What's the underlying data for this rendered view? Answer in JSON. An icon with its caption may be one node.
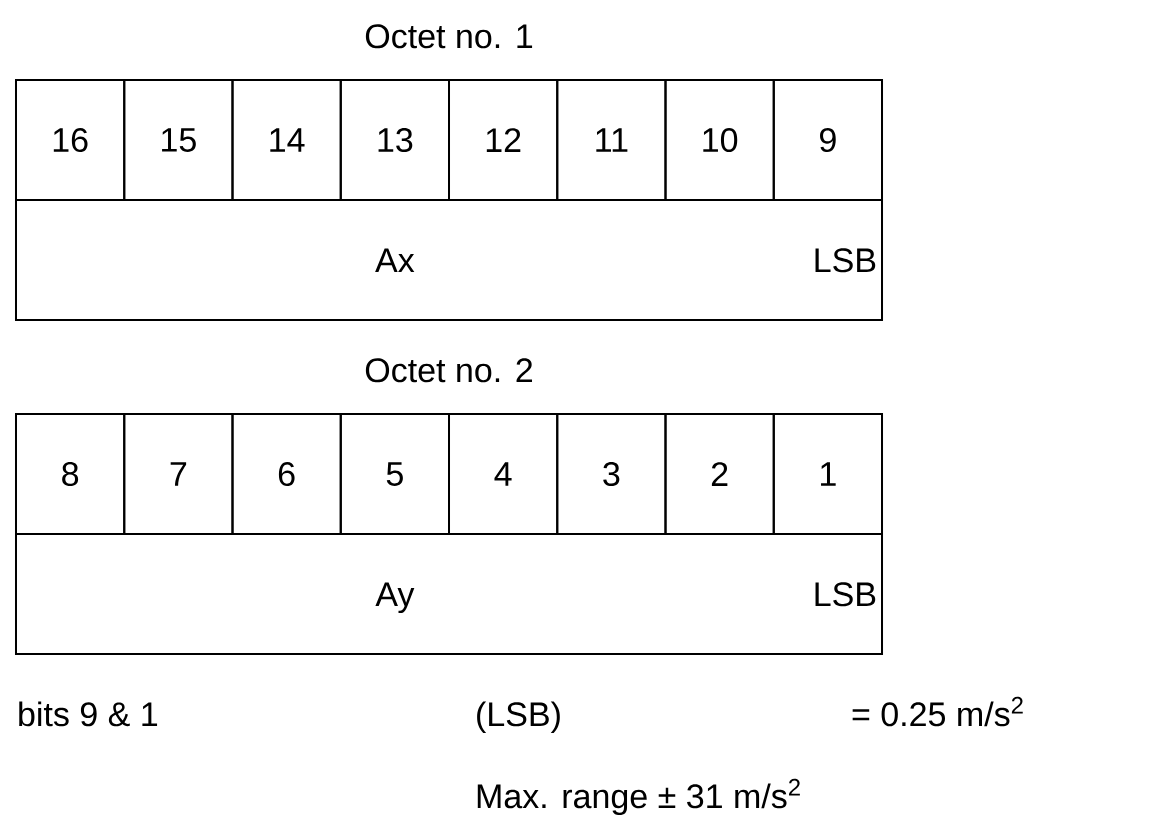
{
  "diagram": {
    "nodes": [
      {
        "text": [
          "Octet no. 1"
        ]
      },
      {
        "text": [
          "16"
        ],
        "in": 0
      },
      {
        "text": [
          "15"
        ],
        "in": 0
      },
      {
        "text": [
          "14"
        ],
        "in": 0
      },
      {
        "text": [
          "13"
        ],
        "in": 0
      },
      {
        "text": [
          "12"
        ],
        "in": 0
      },
      {
        "text": [
          "11"
        ],
        "in": 0
      },
      {
        "text": [
          "10"
        ],
        "in": 0
      },
      {
        "text": [
          "9"
        ],
        "in": 0
      },
      {
        "text": [
          "Ax",
          "LSB"
        ],
        "in": 0
      },
      {
        "text": [
          "Octet no. 2"
        ]
      },
      {
        "text": [
          "8"
        ],
        "in": 10
      },
      {
        "text": [
          "7"
        ],
        "in": 10
      },
      {
        "text": [
          "6"
        ],
        "in": 10
      },
      {
        "text": [
          "5"
        ],
        "in": 10
      },
      {
        "text": [
          "4"
        ],
        "in": 10
      },
      {
        "text": [
          "3"
        ],
        "in": 10
      },
      {
        "text": [
          "2"
        ],
        "in": 10
      },
      {
        "text": [
          "1"
        ],
        "in": 10
      },
      {
        "text": [
          "Ay",
          "LSB"
        ],
        "in": 10
      }
    ],
    "labels": [
      "bits 9 & 1",
      "(LSB)",
      "= 0.25 m/s$^{2}$",
      "Max. range ± 31 m/s$^{2}$"
    ]
  }
}
